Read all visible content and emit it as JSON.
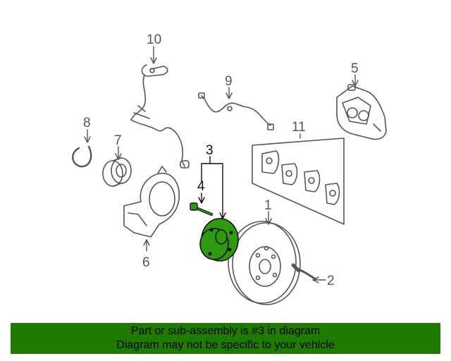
{
  "callouts": {
    "c1": "1",
    "c2": "2",
    "c3": "3",
    "c4": "4",
    "c5": "5",
    "c6": "6",
    "c7": "7",
    "c8": "8",
    "c9": "9",
    "c10": "10",
    "c11": "11"
  },
  "colors": {
    "highlight": "#2e9a10",
    "banner": "#1e7a00",
    "line": "#555555"
  },
  "banner": {
    "line1": "Part or sub-assembly is #3 in diagram",
    "line2": "Diagram may not be specific to your vehicle"
  }
}
